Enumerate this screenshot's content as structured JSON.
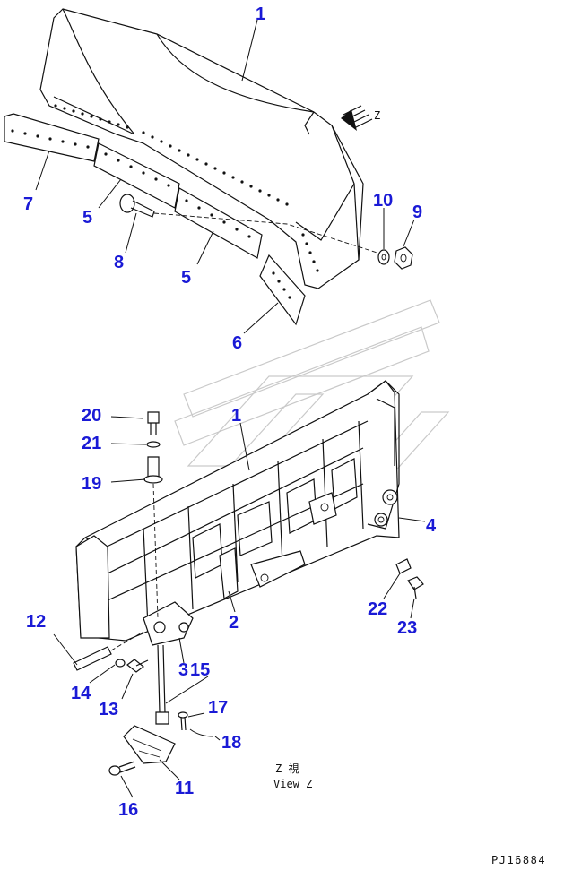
{
  "callouts": {
    "c1_top": "1",
    "c7": "7",
    "c5_left": "5",
    "c8": "8",
    "c5_right": "5",
    "c10": "10",
    "c9": "9",
    "c6": "6",
    "c20": "20",
    "c1_bottom": "1",
    "c21": "21",
    "c19": "19",
    "c4": "4",
    "c2": "2",
    "c22": "22",
    "c23": "23",
    "c12": "12",
    "c3": "3",
    "c15": "15",
    "c14": "14",
    "c13": "13",
    "c17": "17",
    "c18": "18",
    "c11": "11",
    "c16": "16"
  },
  "view_marker": "Z",
  "view_label_jp": "Z  視",
  "view_label_en": "View Z",
  "drawing_number": "PJ16884",
  "colors": {
    "callout": "#1a1ad6",
    "line": "#111111",
    "watermark": "#c9c9c9"
  }
}
